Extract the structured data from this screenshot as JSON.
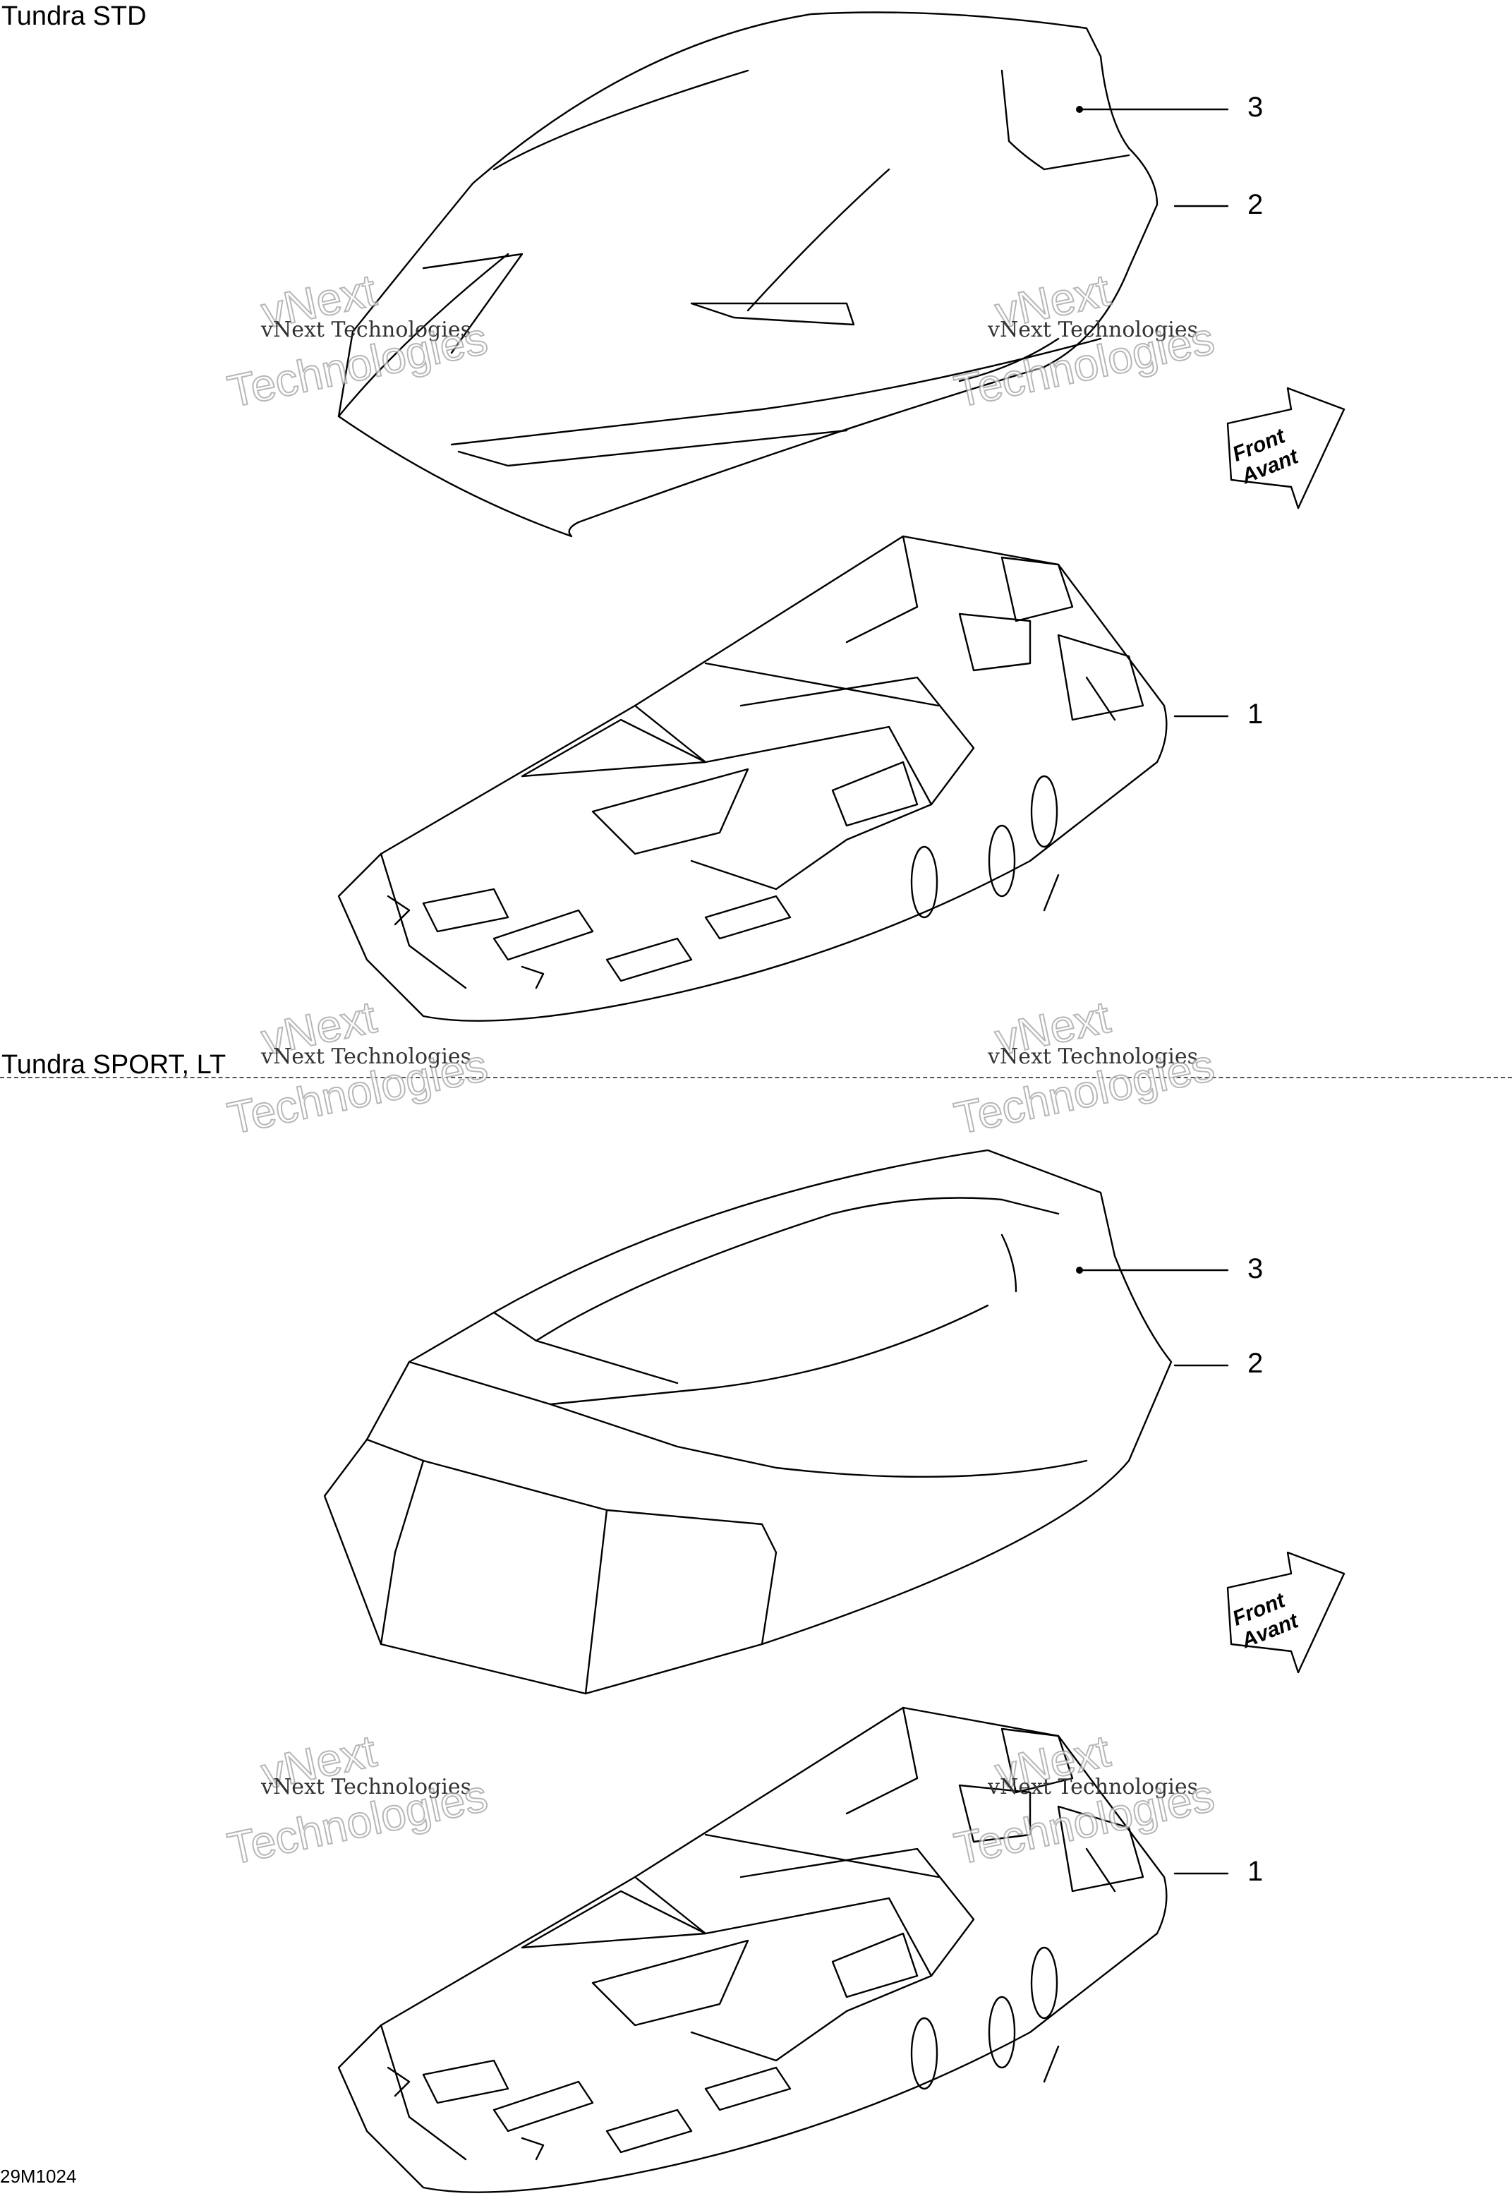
{
  "sections": [
    {
      "title": "Tundra STD"
    },
    {
      "title": "Tundra SPORT, LT"
    }
  ],
  "callouts": {
    "std_3": "3",
    "std_2": "2",
    "std_1": "1",
    "sport_3": "3",
    "sport_2": "2",
    "sport_1": "1"
  },
  "direction_arrow": {
    "line1": "Front",
    "line2": "Avant"
  },
  "watermark": {
    "small": "vNext Technologies",
    "big": "Technologies",
    "top": "vNext"
  },
  "drawing_code": "29M1024"
}
